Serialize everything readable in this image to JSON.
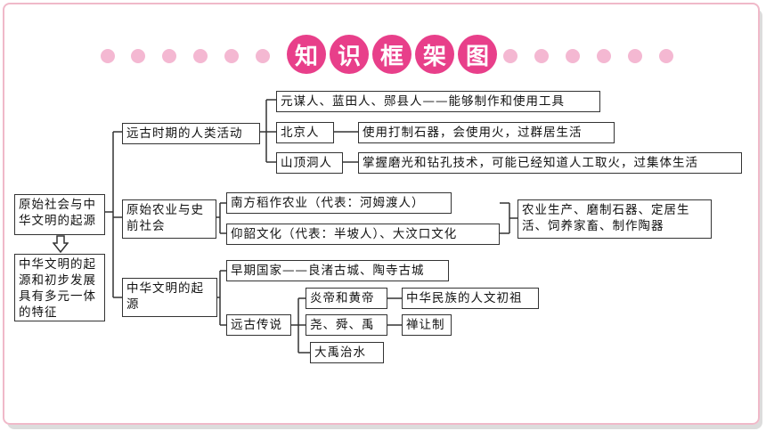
{
  "title": [
    "知",
    "识",
    "框",
    "架",
    "图"
  ],
  "root": {
    "label": "原始社会与中华文明的起源",
    "summary": "中华文明的起源和初步发展具有多元一体的特征"
  },
  "branches": [
    {
      "label": "远古时期的人类活动",
      "items": [
        {
          "label": "元谋人、蓝田人、郧县人——能够制作和使用工具"
        },
        {
          "label": "北京人",
          "detail": "使用打制石器，会使用火，过群居生活"
        },
        {
          "label": "山顶洞人",
          "detail": "掌握磨光和钻孔技术，可能已经知道人工取火，过集体生活"
        }
      ]
    },
    {
      "label": "原始农业与史前社会",
      "items": [
        {
          "label": "南方稻作农业（代表：河姆渡人）"
        },
        {
          "label": "仰韶文化（代表：半坡人）、大汶口文化"
        }
      ],
      "summary": "农业生产、磨制石器、定居生活、饲养家畜、制作陶器"
    },
    {
      "label": "中华文明的起源",
      "items": [
        {
          "label": "早期国家——良渚古城、陶寺古城"
        },
        {
          "label": "远古传说",
          "subitems": [
            {
              "label": "炎帝和黄帝",
              "detail": "中华民族的人文初祖"
            },
            {
              "label": "尧、舜、禹",
              "detail": "禅让制"
            },
            {
              "label": "大禹治水"
            }
          ]
        }
      ]
    }
  ]
}
